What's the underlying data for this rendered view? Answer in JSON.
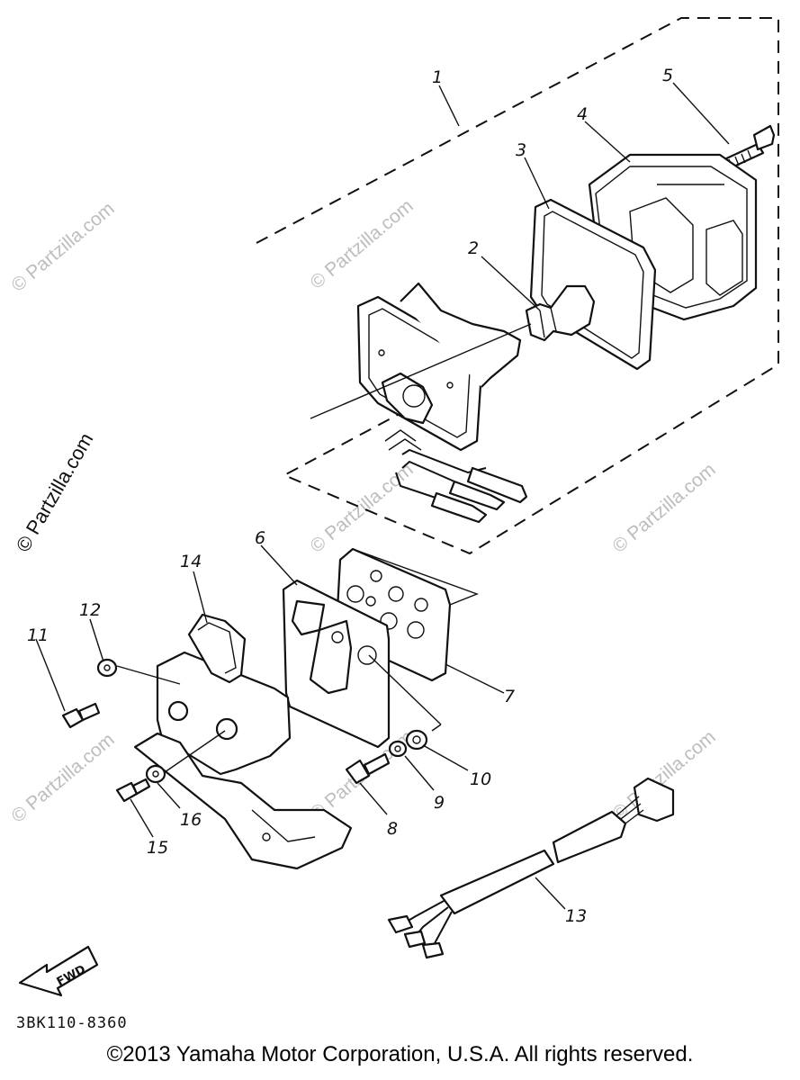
{
  "callouts": {
    "p1": "1",
    "p2": "2",
    "p3": "3",
    "p4": "4",
    "p5": "5",
    "p6": "6",
    "p7": "7",
    "p8": "8",
    "p9": "9",
    "p10": "10",
    "p11": "11",
    "p12": "12",
    "p13": "13",
    "p14": "14",
    "p15": "15",
    "p16": "16"
  },
  "direction_label": "FWD",
  "diagram_code": "3BK110-8360",
  "copyright": "©2013 Yamaha Motor Corporation, U.S.A. All rights reserved.",
  "watermark": "© Partzilla.com",
  "icons": [
    "forward-arrow-icon"
  ]
}
